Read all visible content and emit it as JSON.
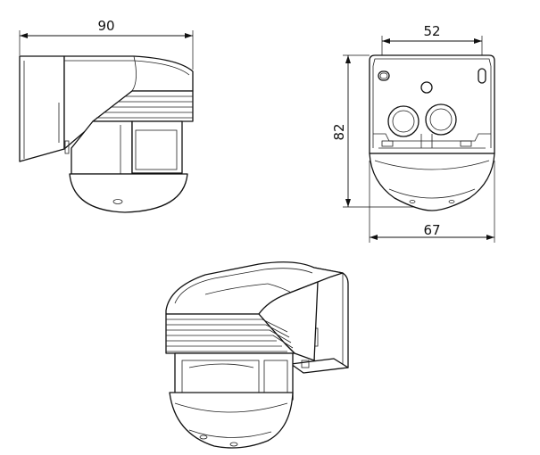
{
  "dimensions": {
    "side_width": "90",
    "front_top_width": "52",
    "front_height": "82",
    "front_bottom_width": "67"
  }
}
